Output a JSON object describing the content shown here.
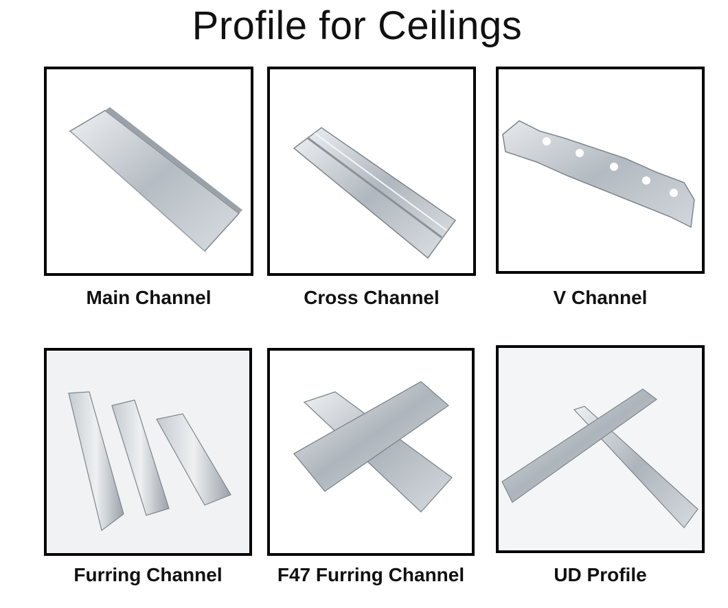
{
  "title": "Profile for Ceilings",
  "products": [
    {
      "label": "Main Channel"
    },
    {
      "label": "Cross Channel"
    },
    {
      "label": "V Channel"
    },
    {
      "label": "Furring Channel"
    },
    {
      "label": "F47 Furring Channel"
    },
    {
      "label": "UD Profile"
    }
  ],
  "colors": {
    "frame": "#000000",
    "metal_light": "#e8ebee",
    "metal_mid": "#b9bfc5",
    "metal_dark": "#7d848b"
  }
}
